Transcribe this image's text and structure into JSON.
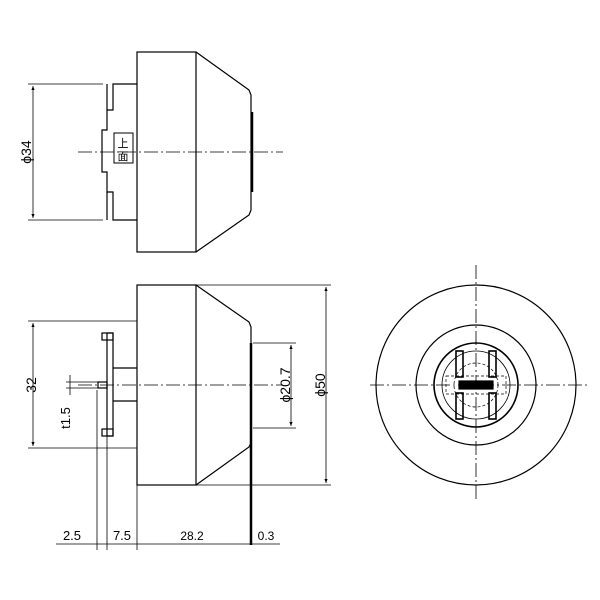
{
  "drawing": {
    "top_view": {
      "dim_diameter": "ϕ34",
      "face_label_1": "上",
      "face_label_2": "面"
    },
    "side_view": {
      "dim_height": "32",
      "dim_thickness": "t1.5",
      "dim_lens_diameter": "ϕ20.7",
      "dim_outer_diameter": "ϕ50",
      "dim_bottom": [
        "2.5",
        "7.5",
        "28.2",
        "0.3"
      ]
    },
    "front_view": {},
    "colors": {
      "line": "#000000",
      "background": "#ffffff"
    }
  }
}
